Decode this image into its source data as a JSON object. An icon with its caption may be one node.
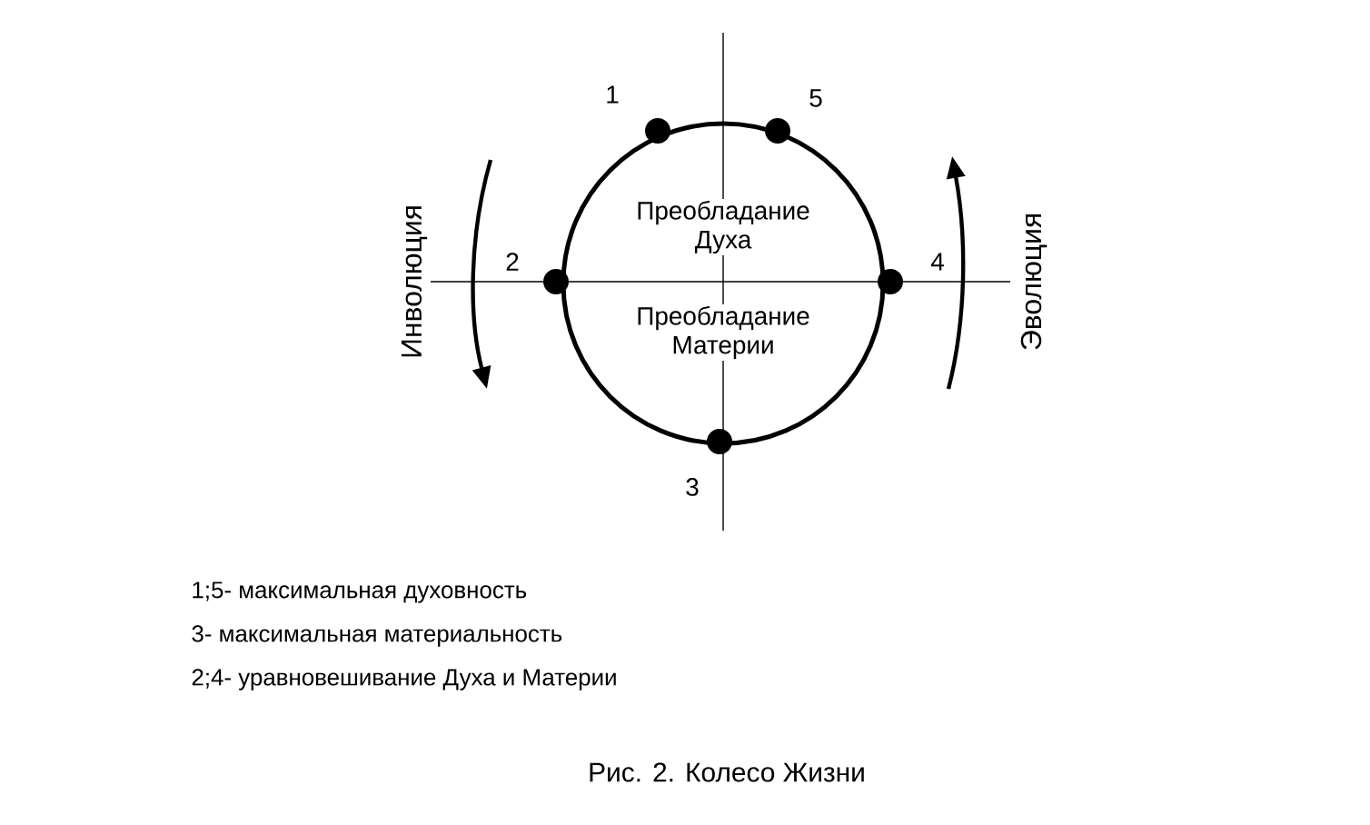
{
  "diagram": {
    "caption": "Рис. 2. Колесо Жизни",
    "nodes": [
      {
        "text": [
          "Преобладание Духа",
          "Преобладание Материи"
        ]
      },
      {
        "text": [],
        "shape": "circle",
        "beside": [
          "1"
        ]
      },
      {
        "text": [],
        "shape": "circle",
        "beside": [
          "5"
        ]
      },
      {
        "text": [],
        "shape": "circle",
        "beside": [
          "2"
        ]
      },
      {
        "text": [],
        "shape": "circle",
        "beside": [
          "4"
        ]
      },
      {
        "text": [],
        "shape": "circle",
        "beside": [
          "3"
        ]
      }
    ],
    "edges": [],
    "labels": [
      "Инволюция",
      "Эволюция",
      "1;5- максимальная духовность",
      "3- максимальная материальность",
      "2;4- уравновешивание Духа и Материи"
    ]
  }
}
